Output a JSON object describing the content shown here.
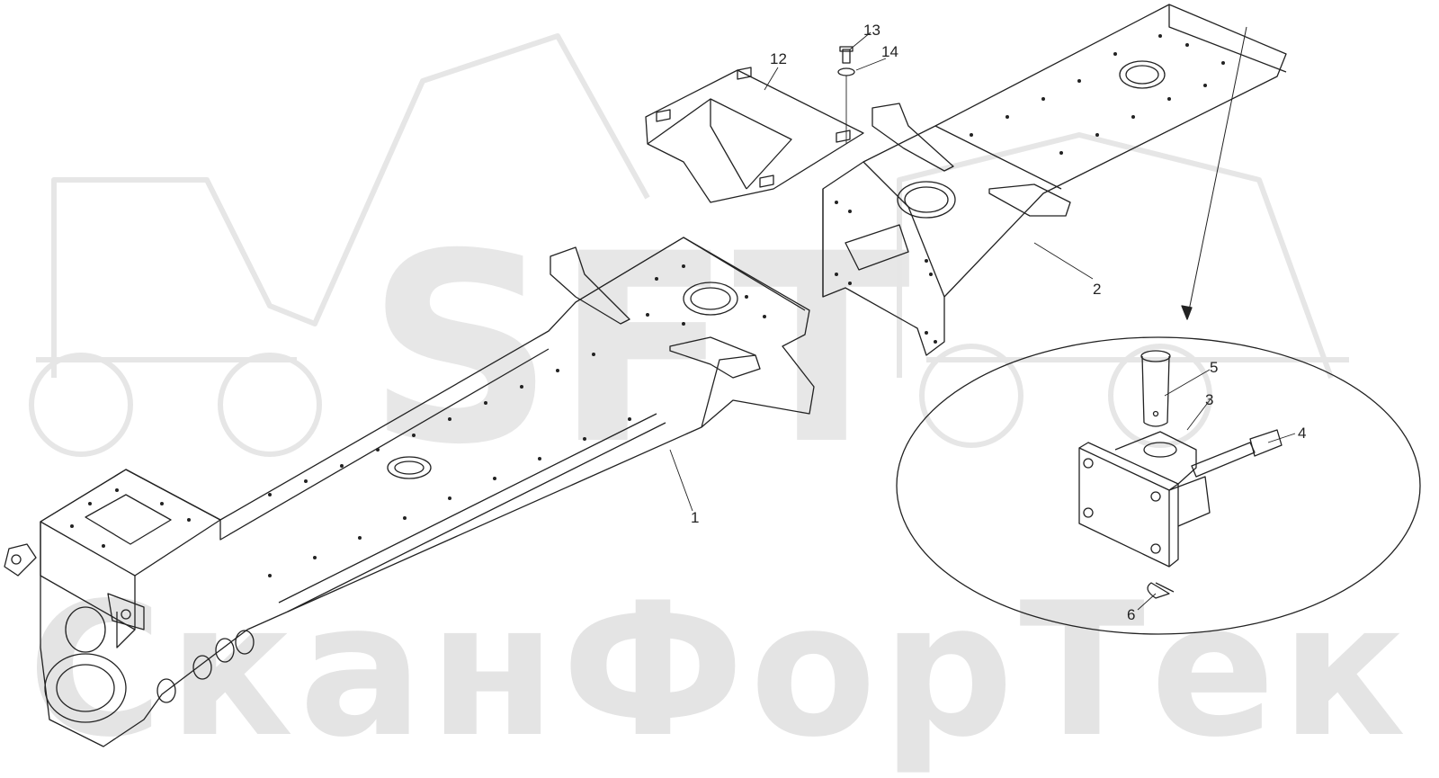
{
  "watermark": {
    "logo": "SFT",
    "company": "СканФорТек"
  },
  "callouts": [
    {
      "id": "label-1",
      "text": "1"
    },
    {
      "id": "label-2",
      "text": "2"
    },
    {
      "id": "label-3",
      "text": "3"
    },
    {
      "id": "label-4",
      "text": "4"
    },
    {
      "id": "label-5",
      "text": "5"
    },
    {
      "id": "label-6",
      "text": "6"
    },
    {
      "id": "label-12",
      "text": "12"
    },
    {
      "id": "label-13",
      "text": "13"
    },
    {
      "id": "label-14",
      "text": "14"
    }
  ],
  "colors": {
    "line": "#222222",
    "watermark": "#e4e4e4",
    "background": "#ffffff"
  }
}
